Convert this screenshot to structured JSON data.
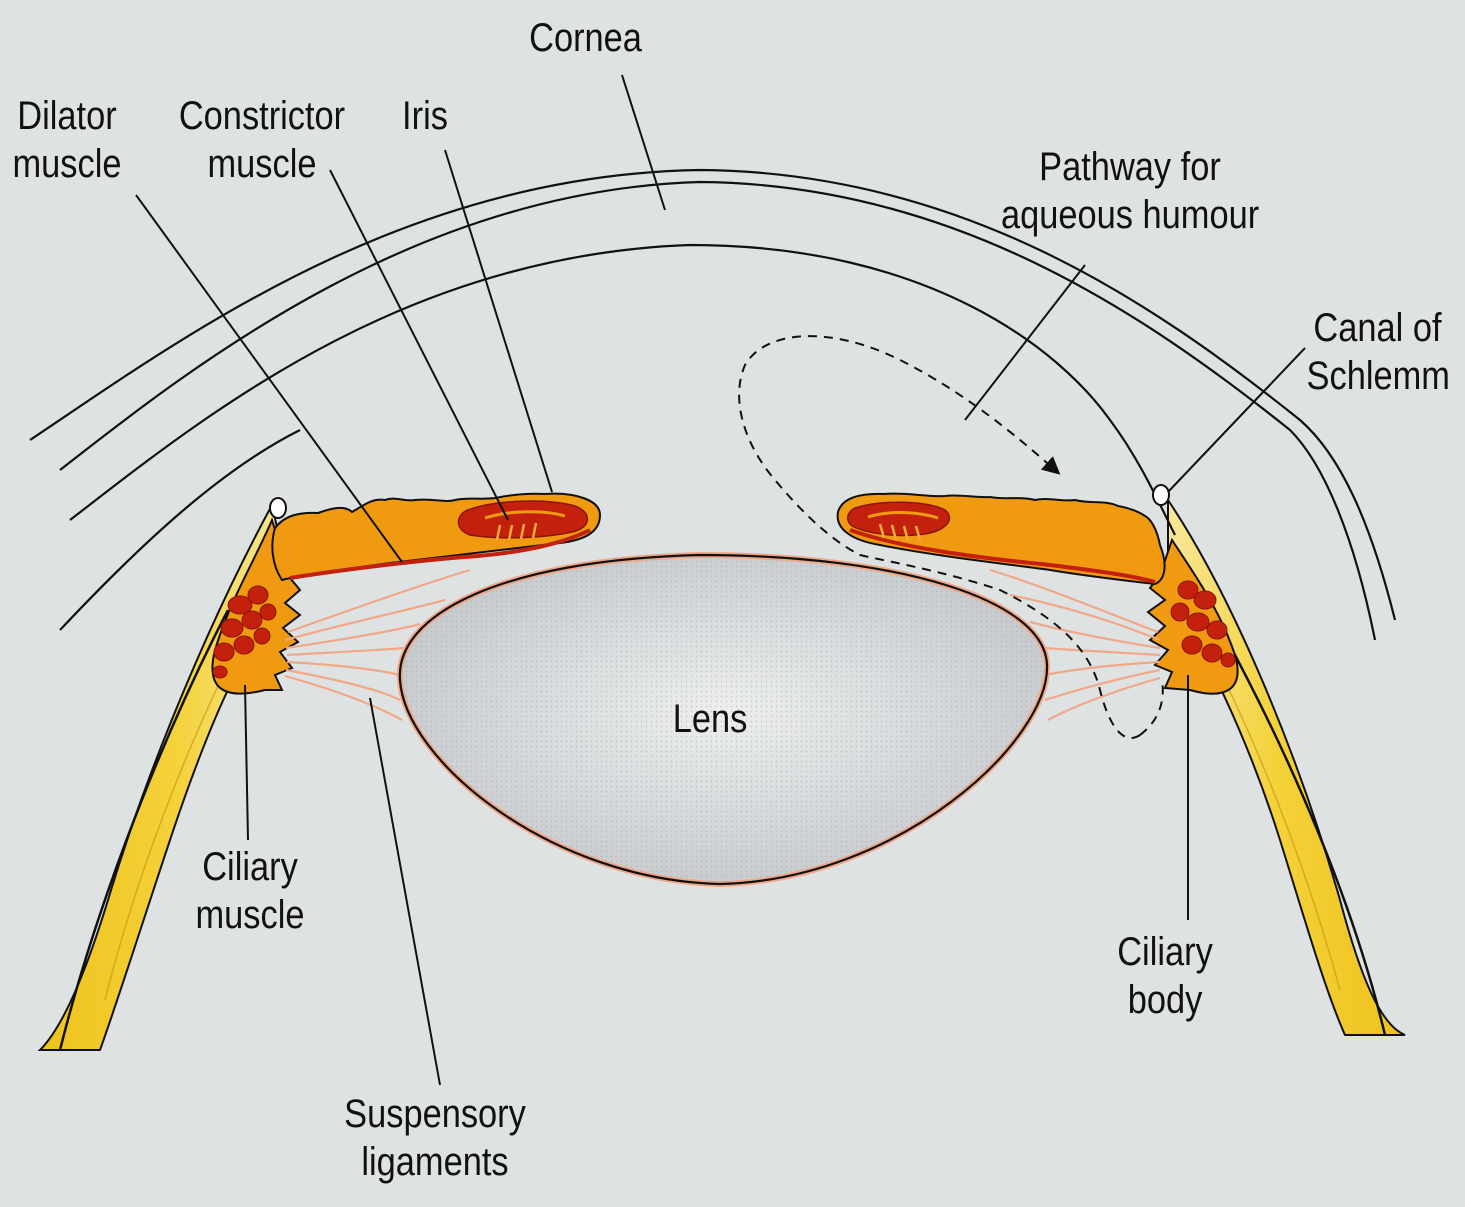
{
  "labels": {
    "cornea": "Cornea",
    "dilator_muscle": [
      "Dilator",
      "muscle"
    ],
    "constrictor_muscle": [
      "Constrictor",
      "muscle"
    ],
    "iris": "Iris",
    "pathway_aqueous": [
      "Pathway for",
      "aqueous humour"
    ],
    "canal_schlemm": [
      "Canal of",
      "Schlemm"
    ],
    "lens": "Lens",
    "ciliary_muscle": [
      "Ciliary",
      "muscle"
    ],
    "ciliary_body": [
      "Ciliary",
      "body"
    ],
    "suspensory_ligaments": [
      "Suspensory",
      "ligaments"
    ]
  },
  "colors": {
    "background": "#dfe2e3",
    "sclera_yellow": "#f2cf22",
    "sclera_light": "#f6e27a",
    "iris_orange": "#f09a12",
    "muscle_red": "#c4200e",
    "ligament": "#f0a888",
    "lens_fill": "#c9cccf",
    "line": "#111111"
  }
}
